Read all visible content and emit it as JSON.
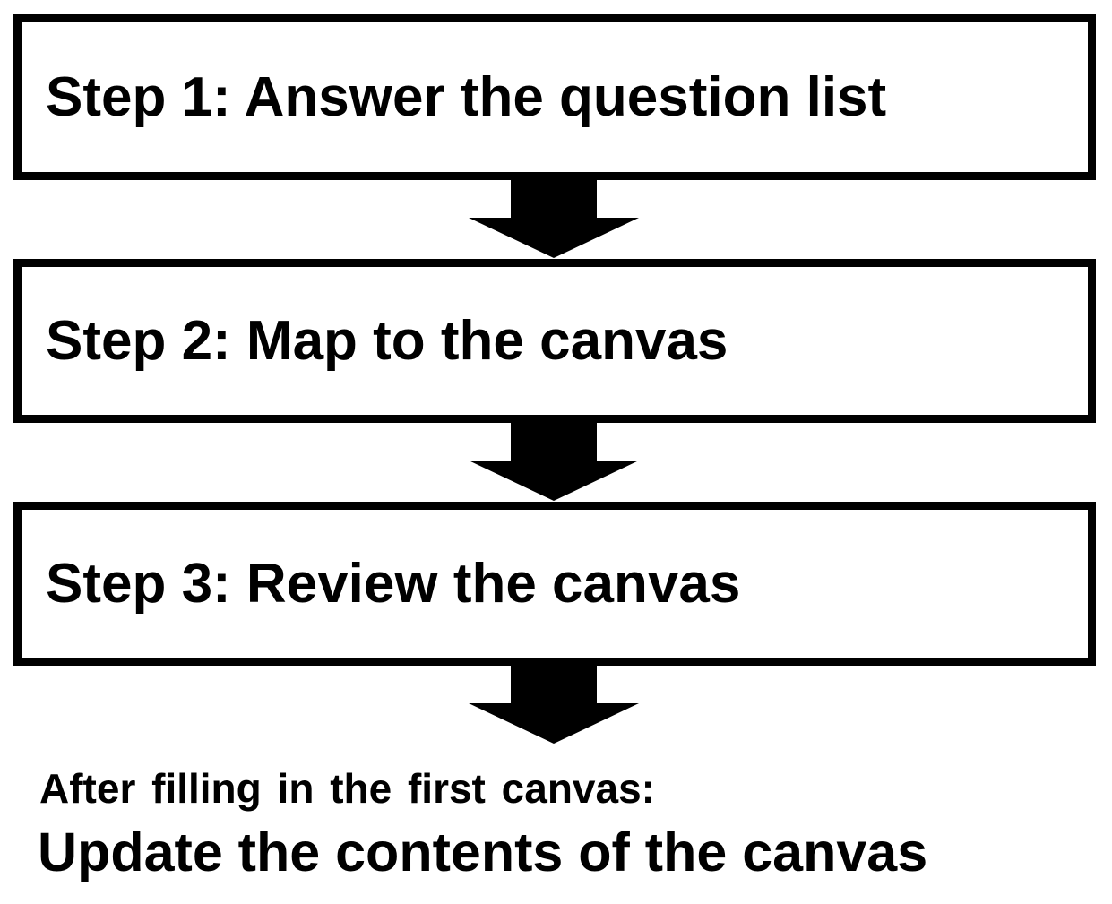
{
  "diagram": {
    "type": "flowchart",
    "steps": [
      {
        "label": "Step 1: Answer the question list"
      },
      {
        "label": "Step 2: Map to the canvas"
      },
      {
        "label": "Step 3: Review the canvas"
      }
    ],
    "connectors": [
      {
        "icon": "down-arrow-icon",
        "from": "step-1",
        "to": "step-2"
      },
      {
        "icon": "down-arrow-icon",
        "from": "step-2",
        "to": "step-3"
      },
      {
        "icon": "down-arrow-icon",
        "from": "step-3",
        "to": "footer"
      }
    ],
    "footer": {
      "line1": "After filling in the first canvas:",
      "line2": "Update the contents of the canvas"
    },
    "colors": {
      "background": "#ffffff",
      "box_border": "#000000",
      "box_fill": "#ffffff",
      "arrow_fill": "#000000",
      "text": "#000000"
    }
  }
}
